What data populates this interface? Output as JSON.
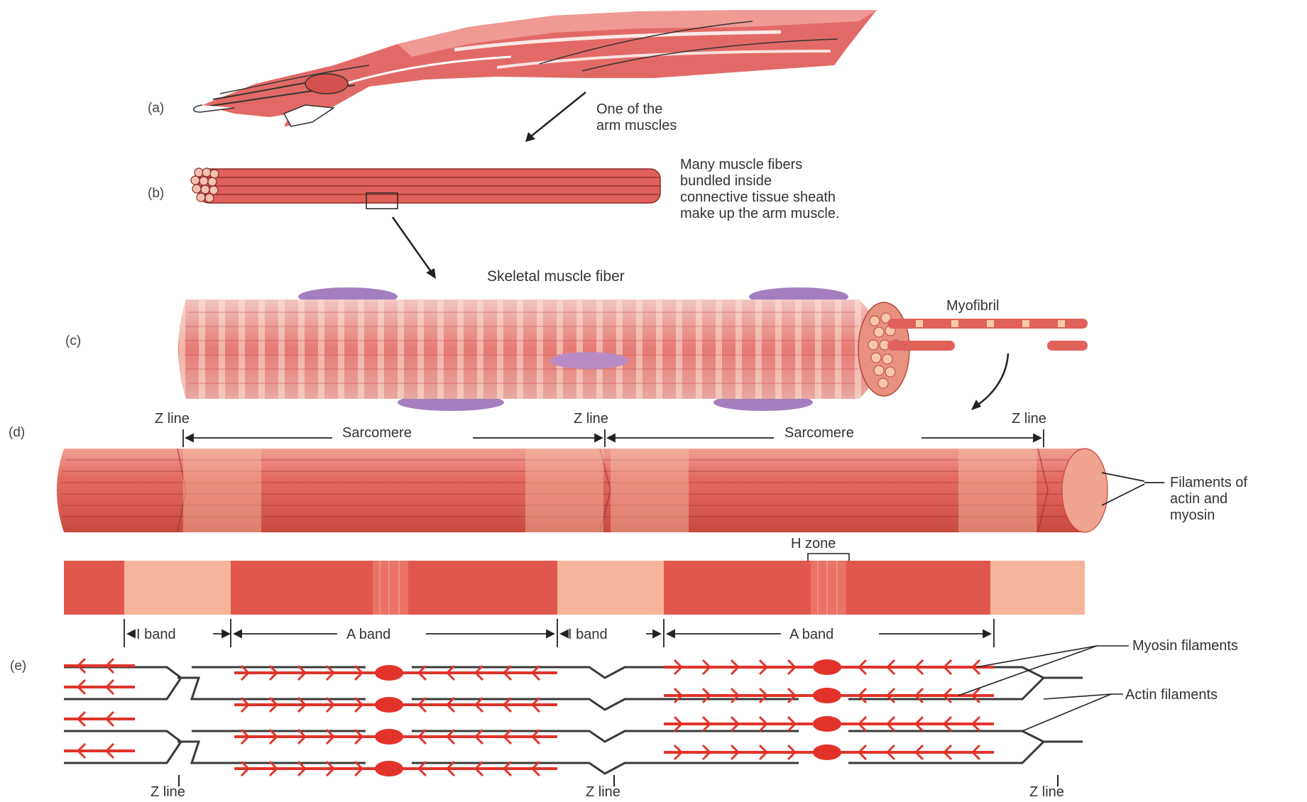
{
  "panels": {
    "a": {
      "label": "(a)",
      "caption_line1": "One of the",
      "caption_line2": "arm muscles"
    },
    "b": {
      "label": "(b)",
      "caption_line1": "Many muscle fibers",
      "caption_line2": "bundled inside",
      "caption_line3": "connective tissue sheath",
      "caption_line4": "make up the arm muscle."
    },
    "c": {
      "label": "(c)",
      "title": "Skeletal muscle fiber",
      "myofibril_label": "Myofibril"
    },
    "d": {
      "label": "(d)",
      "z_line": "Z line",
      "sarcomere": "Sarcomere",
      "filaments_line1": "Filaments of",
      "filaments_line2": "actin and",
      "filaments_line3": "myosin",
      "h_zone": "H zone",
      "i_band": "I band",
      "a_band": "A band"
    },
    "e": {
      "label": "(e)",
      "myosin": "Myosin filaments",
      "actin": "Actin filaments",
      "z_line": "Z line"
    }
  },
  "colors": {
    "muscle": "#e0605a",
    "muscle_dark": "#c9453f",
    "band_dark": "#e2574c",
    "band_light": "#f6b59a",
    "nucleus": "#a47fbf",
    "actin": "#3a3a3a"
  }
}
